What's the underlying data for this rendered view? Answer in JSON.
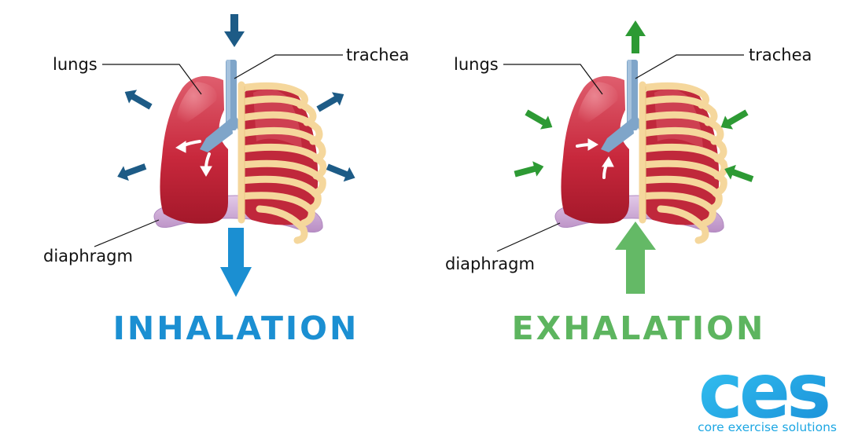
{
  "inhalation": {
    "title": "INHALATION",
    "labels": {
      "lungs": "lungs",
      "trachea": "trachea",
      "diaphragm": "diaphragm"
    }
  },
  "exhalation": {
    "title": "EXHALATION",
    "labels": {
      "lungs": "lungs",
      "trachea": "trachea",
      "diaphragm": "diaphragm"
    }
  },
  "logo": {
    "text": "ces",
    "tagline": "core exercise solutions"
  },
  "colors": {
    "inhalation_title": "#1b8fd2",
    "inhalation_big_arrow": "#1b8fd2",
    "inhalation_small_arrows": "#1d5b86",
    "exhalation_title": "#5db55f",
    "exhalation_big_arrow": "#64b966",
    "exhalation_small_arrows": "#2d9a34",
    "lung": "#c8283c",
    "rib": "#f5d79c",
    "trachea": "#7fa5c9",
    "diaphragm": "#cdaad6",
    "logo": "#1da7e3"
  },
  "icons": {
    "arrow_icon": "arrow",
    "airflow_arrow_icon": "curved-arrow"
  }
}
